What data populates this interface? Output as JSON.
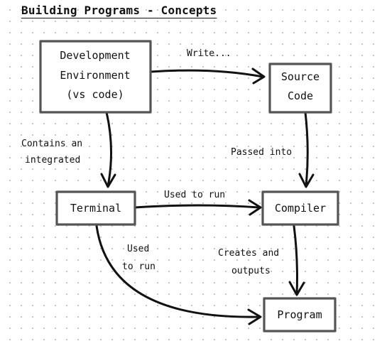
{
  "title": "Building Programs - Concepts",
  "nodes": {
    "dev_env": {
      "lines": [
        "Development",
        "Environment",
        "(vs code)"
      ]
    },
    "source_code": {
      "lines": [
        "Source",
        "Code"
      ]
    },
    "terminal": {
      "lines": [
        "Terminal"
      ]
    },
    "compiler": {
      "lines": [
        "Compiler"
      ]
    },
    "program": {
      "lines": [
        "Program"
      ]
    }
  },
  "edges": {
    "dev_to_source": {
      "label": [
        "Write..."
      ]
    },
    "dev_to_terminal": {
      "label": [
        "Contains an",
        "integrated"
      ]
    },
    "source_to_compiler": {
      "label": [
        "Passed into"
      ]
    },
    "terminal_to_compiler": {
      "label": [
        "Used to run"
      ]
    },
    "compiler_to_program": {
      "label": [
        "Creates and",
        "outputs"
      ]
    },
    "terminal_to_program": {
      "label": [
        "Used",
        "to run"
      ]
    }
  }
}
